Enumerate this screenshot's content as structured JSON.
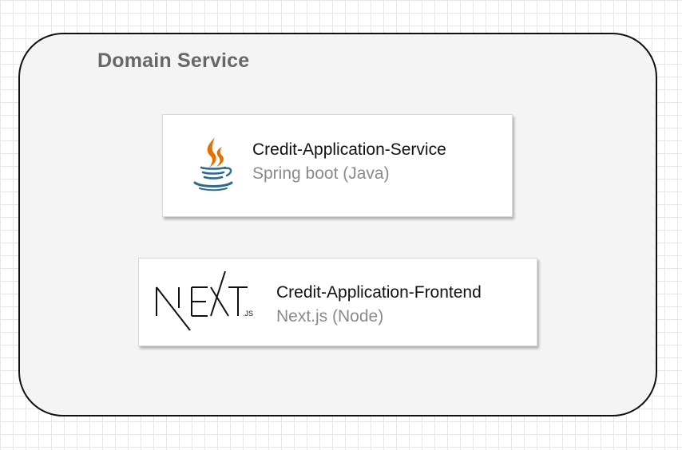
{
  "group": {
    "title": "Domain Service"
  },
  "services": [
    {
      "name": "Credit-Application-Service",
      "tech": "Spring boot (Java)",
      "icon": "java-logo-icon"
    },
    {
      "name": "Credit-Application-Frontend",
      "tech": "Next.js (Node)",
      "icon": "nextjs-logo-icon",
      "logo_text": "NEXT.JS"
    }
  ],
  "colors": {
    "group_fill": "#f4f4f4",
    "group_border": "#111111",
    "title_text": "#676767",
    "subtitle_text": "#8a8a8a",
    "java_orange": "#e76f00",
    "java_blue": "#2e6b91"
  }
}
